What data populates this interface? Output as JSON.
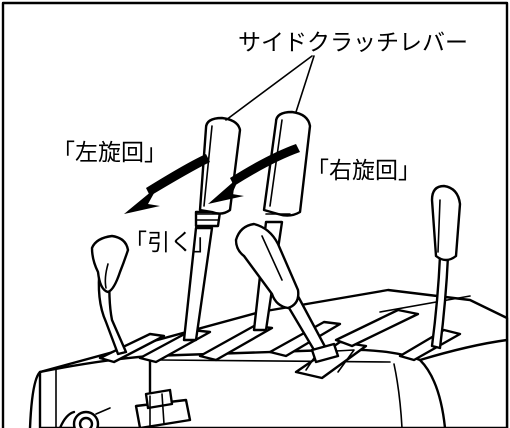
{
  "labels": {
    "side_clutch_lever": "サイドクラッチレバー",
    "left_turn": "「左旋回」",
    "right_turn": "「右旋回」",
    "pull": "「引く」"
  },
  "colors": {
    "line": "#000000",
    "background": "#ffffff"
  }
}
